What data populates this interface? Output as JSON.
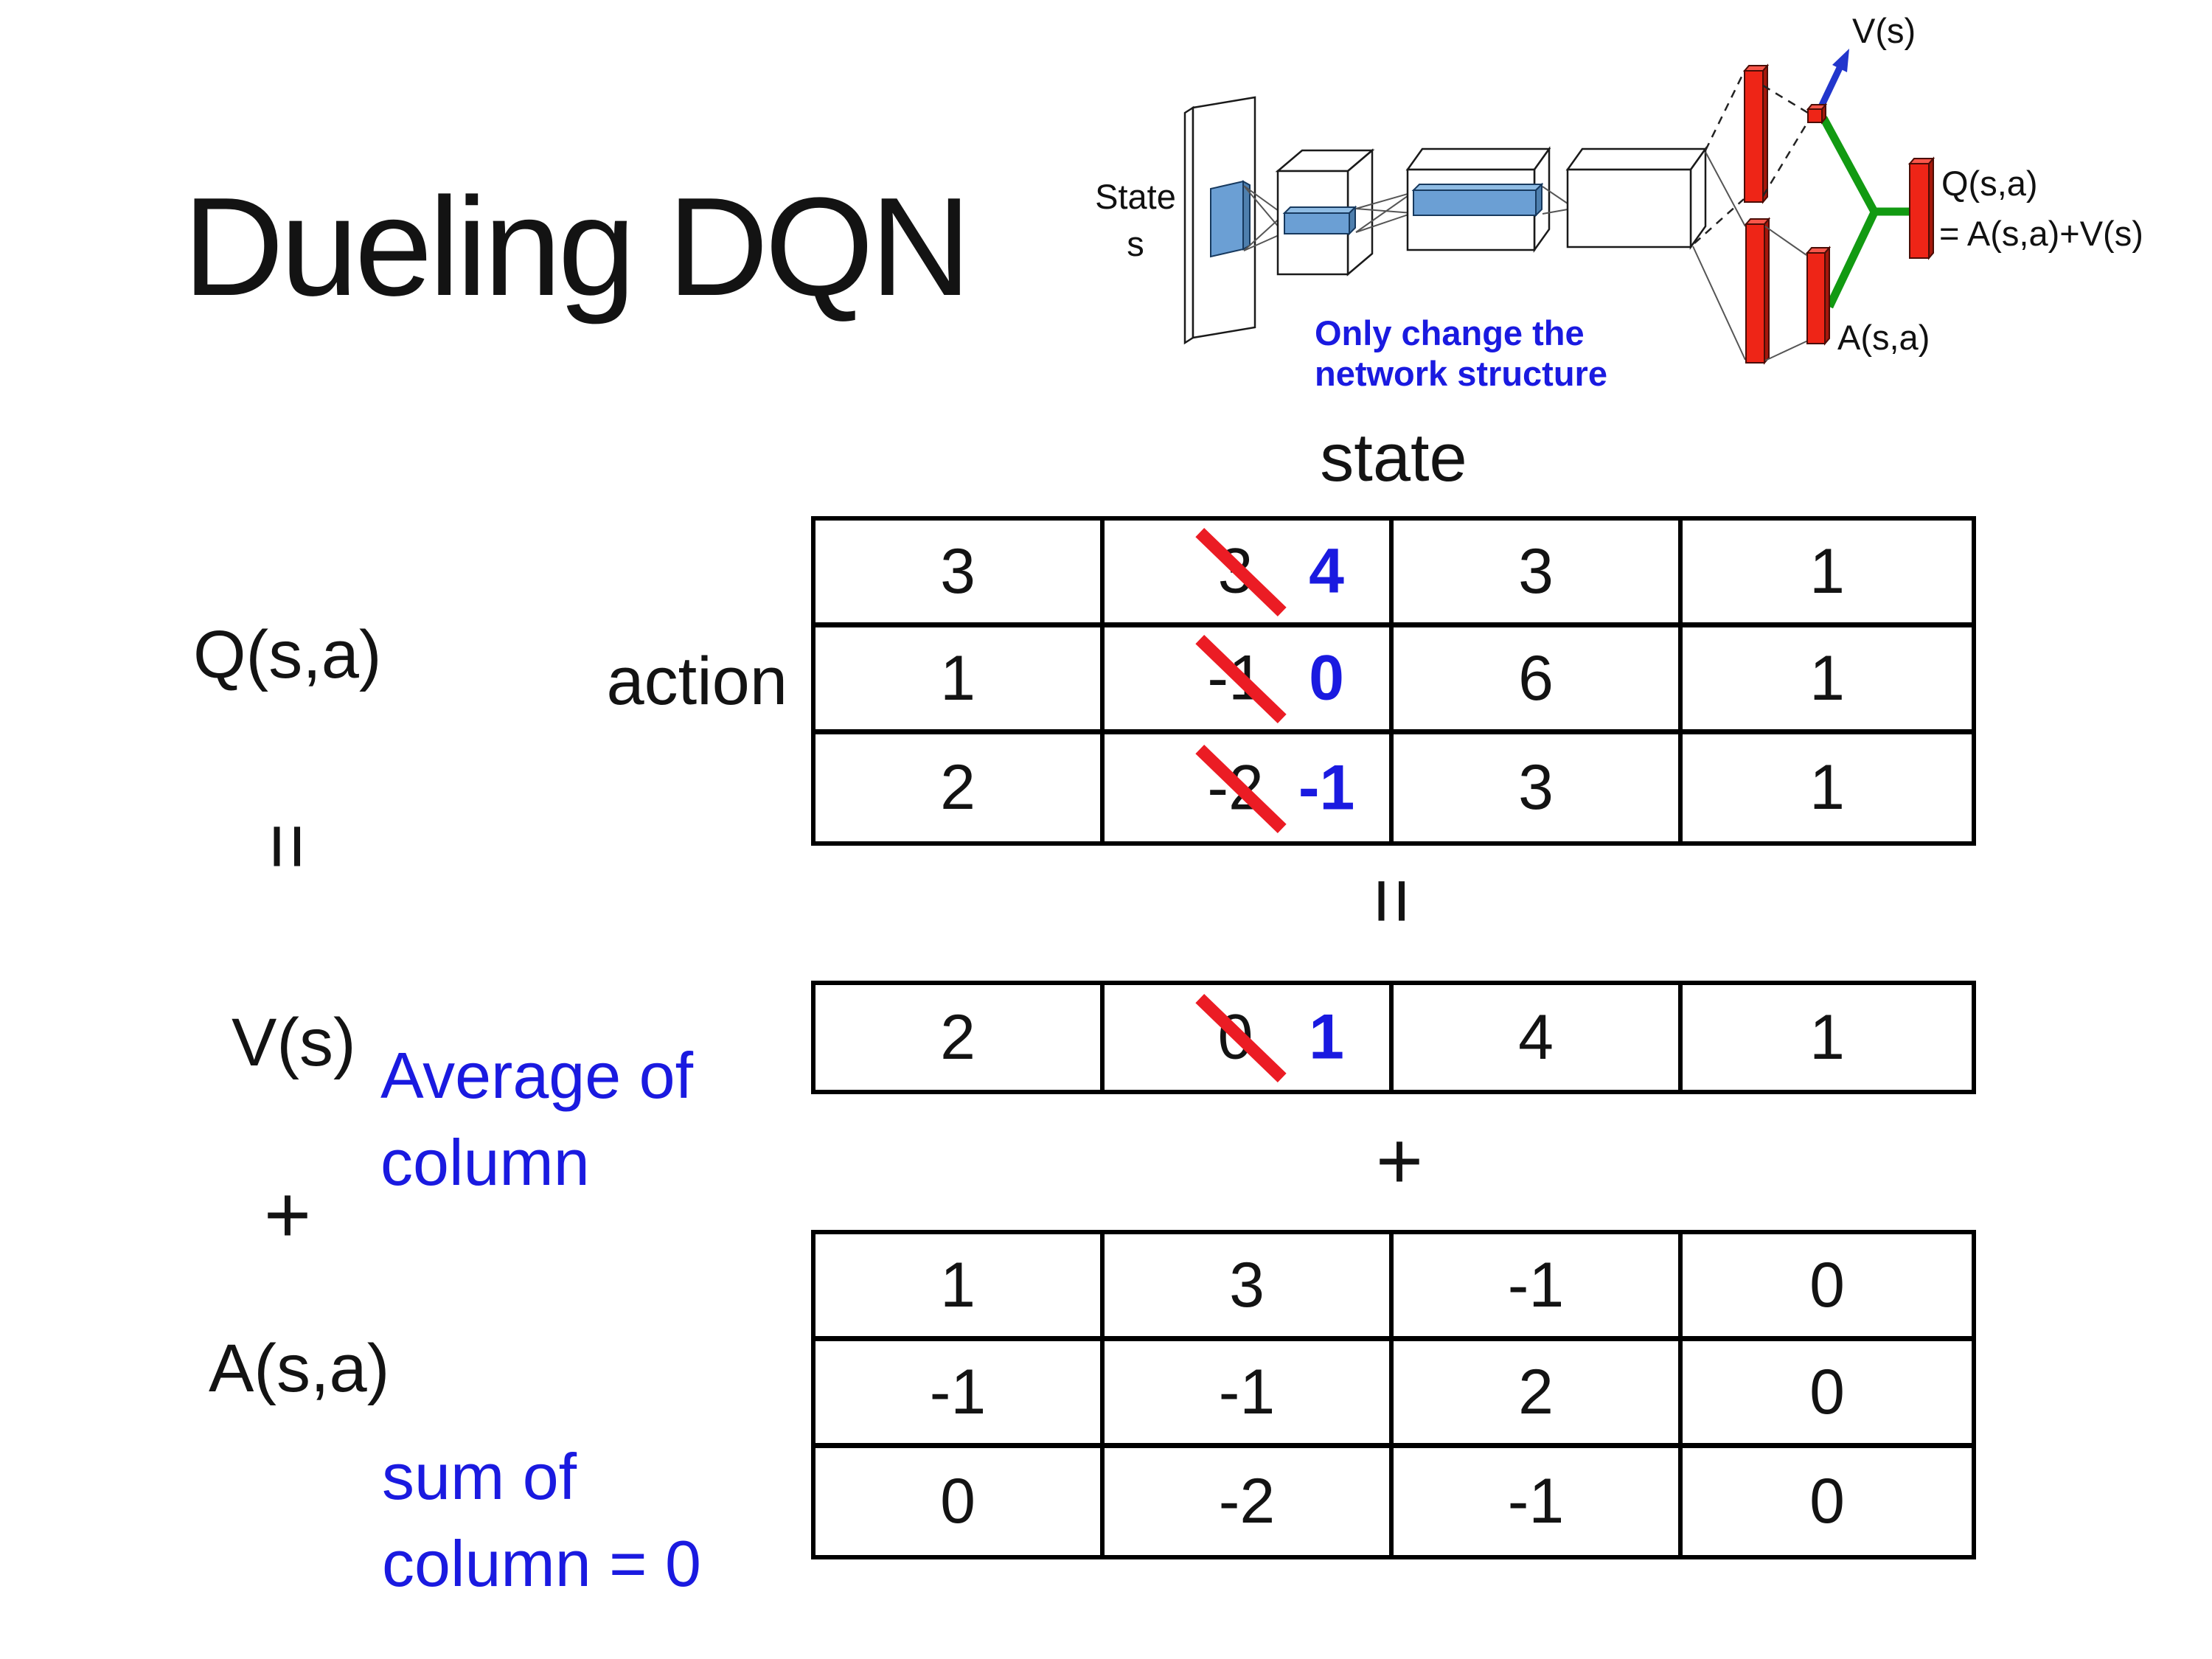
{
  "title": "Dueling DQN",
  "colors": {
    "accent_blue": "#1A1AE0",
    "strike_red": "#EB1C24",
    "bar_red": "#EE2517",
    "connector_green": "#129A12",
    "slab_blue": "#6B9FD4",
    "arrow_blue": "#2236CC"
  },
  "diagram": {
    "state_line1": "State",
    "state_line2": "s",
    "note_line1": "Only change the",
    "note_line2": "network structure",
    "v_out_label": "V(s)",
    "q_out_label": "Q(s,a)",
    "q_out_formula": "= A(s,a)+V(s)",
    "a_out_label": "A(s,a)"
  },
  "equation": {
    "q_label": "Q(s,a)",
    "v_label": "V(s)",
    "a_label": "A(s,a)",
    "state_header": "state",
    "action_label": "action",
    "equals": "=",
    "plus": "+",
    "avg_note_line1": "Average of",
    "avg_note_line2": "column",
    "sum_note_line1": "sum of",
    "sum_note_line2": "column = 0"
  },
  "q_table": {
    "rows": [
      [
        {
          "v": "3"
        },
        {
          "old": "3",
          "new": "4"
        },
        {
          "v": "3"
        },
        {
          "v": "1"
        }
      ],
      [
        {
          "v": "1"
        },
        {
          "old": "-1",
          "new": "0"
        },
        {
          "v": "6"
        },
        {
          "v": "1"
        }
      ],
      [
        {
          "v": "2"
        },
        {
          "old": "-2",
          "new": "-1"
        },
        {
          "v": "3"
        },
        {
          "v": "1"
        }
      ]
    ]
  },
  "v_row": {
    "cells": [
      {
        "v": "2"
      },
      {
        "old": "0",
        "new": "1"
      },
      {
        "v": "4"
      },
      {
        "v": "1"
      }
    ]
  },
  "a_table": {
    "rows": [
      [
        {
          "v": "1"
        },
        {
          "v": "3"
        },
        {
          "v": "-1"
        },
        {
          "v": "0"
        }
      ],
      [
        {
          "v": "-1"
        },
        {
          "v": "-1"
        },
        {
          "v": "2"
        },
        {
          "v": "0"
        }
      ],
      [
        {
          "v": "0"
        },
        {
          "v": "-2"
        },
        {
          "v": "-1"
        },
        {
          "v": "0"
        }
      ]
    ]
  }
}
